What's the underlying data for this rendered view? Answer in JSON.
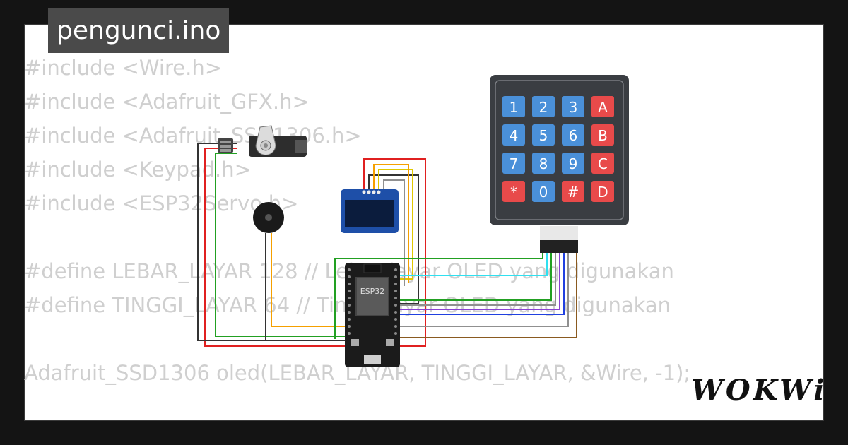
{
  "file_title": "pengunci.ino",
  "code_lines": [
    "#include <Wire.h>",
    "#include <Adafruit_GFX.h>",
    "#include <Adafruit_SSD1306.h>",
    "#include <Keypad.h>",
    "#include <ESP32Servo.h>",
    "",
    "#define LEBAR_LAYAR 128 // Lebar layar OLED yang digunakan",
    "#define TINGGI_LAYAR 64 // Tinggi layar OLED yang digunakan",
    "",
    "Adafruit_SSD1306 oled(LEBAR_LAYAR, TINGGI_LAYAR, &Wire, -1);"
  ],
  "keypad": {
    "keys": [
      "1",
      "2",
      "3",
      "A",
      "4",
      "5",
      "6",
      "B",
      "7",
      "8",
      "9",
      "C",
      "*",
      "0",
      "#",
      "D"
    ],
    "colors": {
      "number": "#4a90d9",
      "letter": "#e84a4a",
      "star": "#e84a4a",
      "hash": "#e84a4a"
    }
  },
  "board_label": "ESP32",
  "brand": "WOKWi",
  "colors": {
    "background": "#141414",
    "card": "#ffffff",
    "title_bg": "#4a4a4a",
    "code_text": "#cfcfcf",
    "wire_red": "#e02020",
    "wire_black": "#333333",
    "wire_green": "#22a022",
    "wire_orange": "#f5a000",
    "wire_yellow": "#e0c800",
    "wire_cyan": "#30e0f0",
    "wire_purple": "#8a40d0",
    "wire_blue": "#2040e0",
    "wire_brown": "#8a5a20",
    "wire_gray": "#909090"
  }
}
